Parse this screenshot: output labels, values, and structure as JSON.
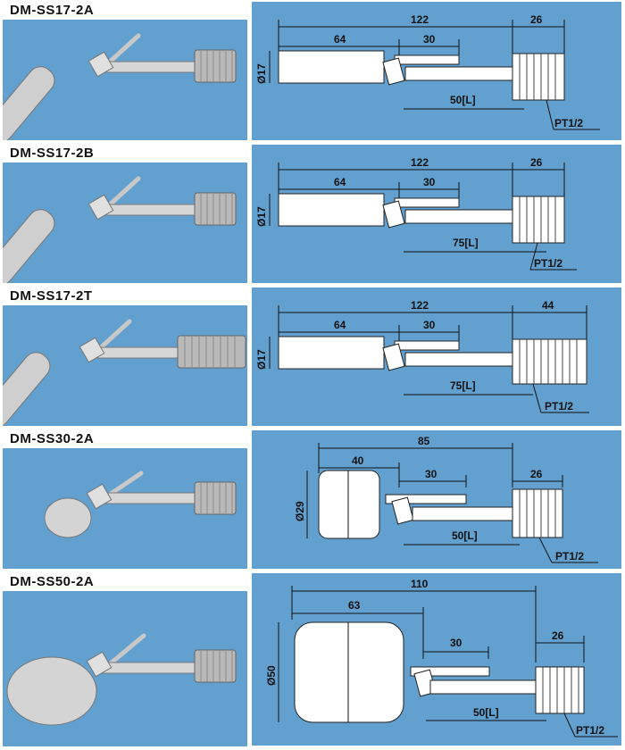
{
  "models": [
    {
      "model": "DM-SS17-2A",
      "overall": "122",
      "float_len": "64",
      "arm": "30",
      "thread_len": "26",
      "diameter": "Ø17",
      "stem": "50[L]",
      "thread": "PT1/2"
    },
    {
      "model": "DM-SS17-2B",
      "overall": "122",
      "float_len": "64",
      "arm": "30",
      "thread_len": "26",
      "diameter": "Ø17",
      "stem": "75[L]",
      "thread": "PT1/2"
    },
    {
      "model": "DM-SS17-2T",
      "overall": "122",
      "float_len": "64",
      "arm": "30",
      "thread_len": "44",
      "diameter": "Ø17",
      "stem": "75[L]",
      "thread": "PT1/2"
    },
    {
      "model": "DM-SS30-2A",
      "overall": "85",
      "float_len": "40",
      "arm": "30",
      "thread_len": "26",
      "diameter": "Ø29",
      "stem": "50[L]",
      "thread": "PT1/2"
    },
    {
      "model": "DM-SS50-2A",
      "overall": "110",
      "float_len": "63",
      "arm": "30",
      "thread_len": "26",
      "diameter": "Ø50",
      "stem": "50[L]",
      "thread": "PT1/2"
    }
  ],
  "colors": {
    "panel": "#62a0cf",
    "background": "#ffffff",
    "text": "#111111"
  }
}
